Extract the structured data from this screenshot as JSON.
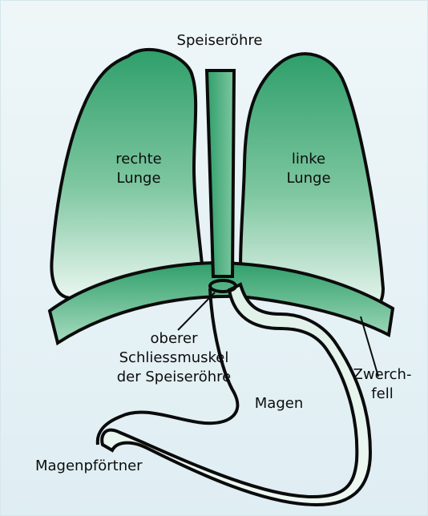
{
  "diagram": {
    "labels": {
      "esophagus": "Speiseröhre",
      "right_lung_line1": "rechte",
      "right_lung_line2": "Lunge",
      "left_lung_line1": "linke",
      "left_lung_line2": "Lunge",
      "sphincter_line1": "oberer",
      "sphincter_line2": "Schliessmuskel",
      "sphincter_line3": "der Speiseröhre",
      "stomach": "Magen",
      "diaphragm_line1": "Zwerch-",
      "diaphragm_line2": "fell",
      "pylorus": "Magenpförtner"
    },
    "colors": {
      "organ_green": "#2f9f6a",
      "organ_light": "#eaf6f0",
      "outline": "#0b0b0b",
      "background": "#e6f2f5"
    }
  }
}
